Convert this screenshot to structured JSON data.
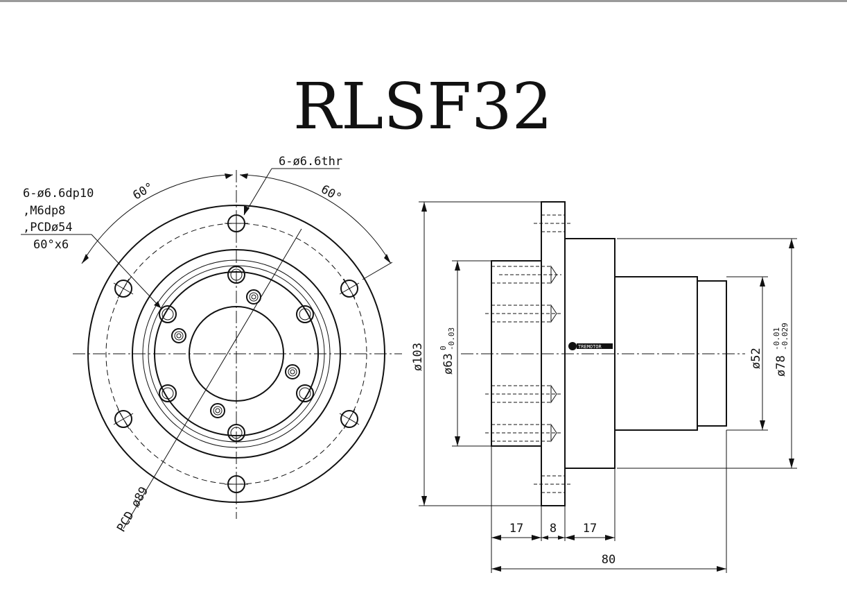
{
  "title": "RLSF32",
  "front_view": {
    "top_hole_callout": "6-ø6.6thr",
    "side_callout_line1": "6-ø6.6dp10",
    "side_callout_line2": ",M6dp8",
    "side_callout_line3": ",PCDø54",
    "side_callout_line4": "60°x6",
    "angle_left": "60°",
    "angle_right": "60°",
    "pcd_label": "PCD ø89"
  },
  "side_view": {
    "dia_flange": "ø103",
    "dia_pilot": "ø63",
    "dia_pilot_tol_upper": "0",
    "dia_pilot_tol_lower": "-0.03",
    "dia_shaft": "ø52",
    "dia_body": "ø78",
    "dia_body_tol_upper": "-0.01",
    "dia_body_tol_lower": "-0.029",
    "len_a": "17",
    "len_b": "8",
    "len_c": "17",
    "len_total": "80",
    "brand_logo_text": "TREMOTOR"
  }
}
